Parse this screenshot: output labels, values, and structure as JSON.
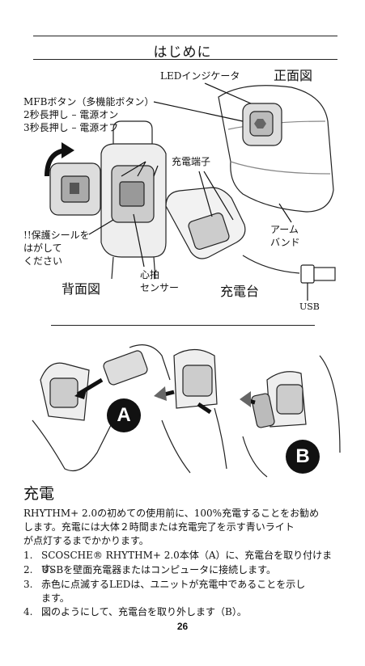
{
  "heading": {
    "title": "はじめに"
  },
  "diagram": {
    "front_view": "正面図",
    "led_indicator": "LEDインジケータ",
    "mfb_lines": [
      "MFBボタン（多機能ボタン）",
      "2秒長押し – 電源オン",
      "3秒長押し – 電源オフ"
    ],
    "charge_terminals": "充電端子",
    "peel_lines": [
      "!!保護シールを",
      "はがして",
      "ください"
    ],
    "armband_lines": [
      "アーム",
      "バンド"
    ],
    "back_view": "背面図",
    "sensor_lines": [
      "心拍",
      "センサー"
    ],
    "charging_dock": "充電台",
    "usb": "USB"
  },
  "steps_figure": {
    "badge_a": "A",
    "badge_b": "B"
  },
  "charging": {
    "title": "充電",
    "intro_lines": [
      "RHYTHM+ 2.0の初めての使用前に、100%充電することをお勧め",
      "します。充電には大体２時間または充電完了を示す青いライト",
      "が点灯するまでかかります。"
    ],
    "steps": [
      {
        "num": "1.",
        "lines": [
          "SCOSCHE® RHYTHM+ 2.0本体（A）に、充電台を取り付けます。"
        ]
      },
      {
        "num": "2.",
        "lines": [
          "USBを壁面充電器またはコンピュータに接続します。"
        ]
      },
      {
        "num": "3.",
        "lines": [
          "赤色に点滅するLEDは、ユニットが充電中であることを示し",
          "ます。"
        ]
      },
      {
        "num": "4.",
        "lines": [
          "図のようにして、充電台を取り外します（B）。"
        ]
      }
    ]
  },
  "footer": {
    "page_number": "26"
  }
}
